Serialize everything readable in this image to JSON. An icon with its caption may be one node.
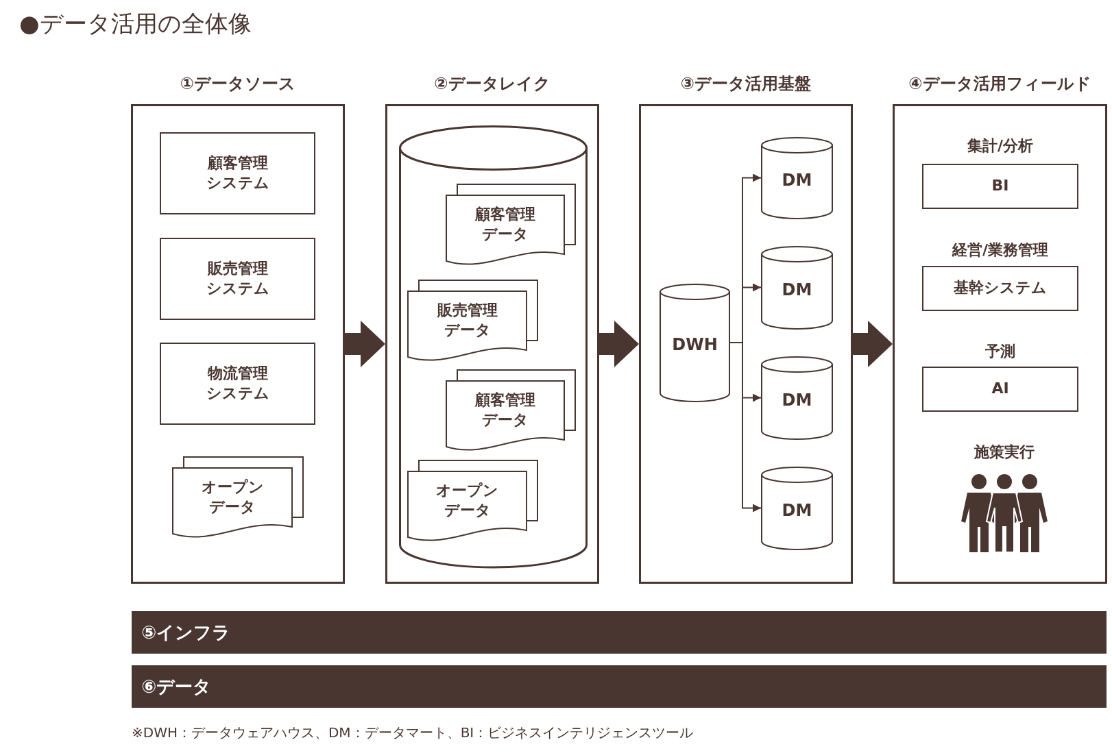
{
  "diagram": {
    "title": "●データ活用の全体像",
    "nodes": [
      {
        "text": [
          "①データソース"
        ]
      },
      {
        "text": [
          "顧客管理システム"
        ],
        "in": 0
      },
      {
        "text": [
          "販売管理システム"
        ],
        "in": 0
      },
      {
        "text": [
          "物流管理システム"
        ],
        "in": 0
      },
      {
        "text": [
          "オープンデータ"
        ],
        "in": 0
      },
      {
        "text": [
          "②データレイク"
        ]
      },
      {
        "text": [],
        "shape": "cylinder",
        "in": 5
      },
      {
        "text": [
          "顧客管理データ"
        ],
        "in": 6
      },
      {
        "text": [
          "販売管理データ"
        ],
        "in": 6
      },
      {
        "text": [
          "顧客管理データ"
        ],
        "in": 6
      },
      {
        "text": [
          "オープンデータ"
        ],
        "in": 6
      },
      {
        "text": [
          "③データ活用基盤"
        ]
      },
      {
        "text": [
          "DWH"
        ],
        "in": 11
      },
      {
        "text": [
          "DM"
        ],
        "in": 11
      },
      {
        "text": [
          "DM"
        ],
        "in": 11
      },
      {
        "text": [
          "DM"
        ],
        "in": 11
      },
      {
        "text": [
          "DM"
        ],
        "in": 11
      },
      {
        "text": [
          "④データ活用フィールド"
        ]
      },
      {
        "text": [
          "集計/分析",
          "BI"
        ],
        "in": 17
      },
      {
        "text": [
          "経営/業務管理",
          "基幹システム"
        ],
        "in": 17
      },
      {
        "text": [
          "予測",
          "AI"
        ],
        "in": 17
      },
      {
        "text": [
          "施策実行"
        ],
        "in": 17
      },
      {
        "text": [
          "⑤インフラ"
        ]
      },
      {
        "text": [
          "⑥データ"
        ]
      }
    ],
    "edges": [
      {
        "from": 0,
        "to": 5,
        "arrow": "to",
        "style": "thick"
      },
      {
        "from": 5,
        "to": 11,
        "arrow": "to",
        "style": "thick"
      },
      {
        "from": 11,
        "to": 17,
        "arrow": "to",
        "style": "thick"
      },
      {
        "from": 12,
        "to": 13,
        "arrow": "to"
      },
      {
        "from": 12,
        "to": 14,
        "arrow": "to"
      },
      {
        "from": 12,
        "to": 15,
        "arrow": "to"
      },
      {
        "from": 12,
        "to": 16,
        "arrow": "to"
      }
    ],
    "labels": [
      "※DWH：データウェアハウス、DM：データマート、BI：ビジネスインテリジェンスツール"
    ]
  }
}
